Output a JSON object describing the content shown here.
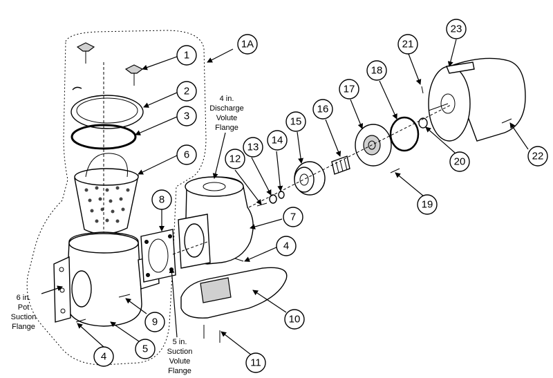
{
  "callouts": [
    "1A",
    "1",
    "2",
    "3",
    "6",
    "8",
    "7",
    "12",
    "13",
    "14",
    "15",
    "16",
    "17",
    "18",
    "21",
    "23",
    "20",
    "22",
    "19",
    "4",
    "10",
    "9",
    "5",
    "11"
  ],
  "annotations": {
    "discharge": [
      "4 in.",
      "Discharge",
      "Volute",
      "Flange"
    ],
    "pot_suction": [
      "6 in.",
      "Pot",
      "Suction",
      "Flange"
    ],
    "volute_suction": [
      "5 in.",
      "Suction",
      "Volute",
      "Flange"
    ]
  }
}
